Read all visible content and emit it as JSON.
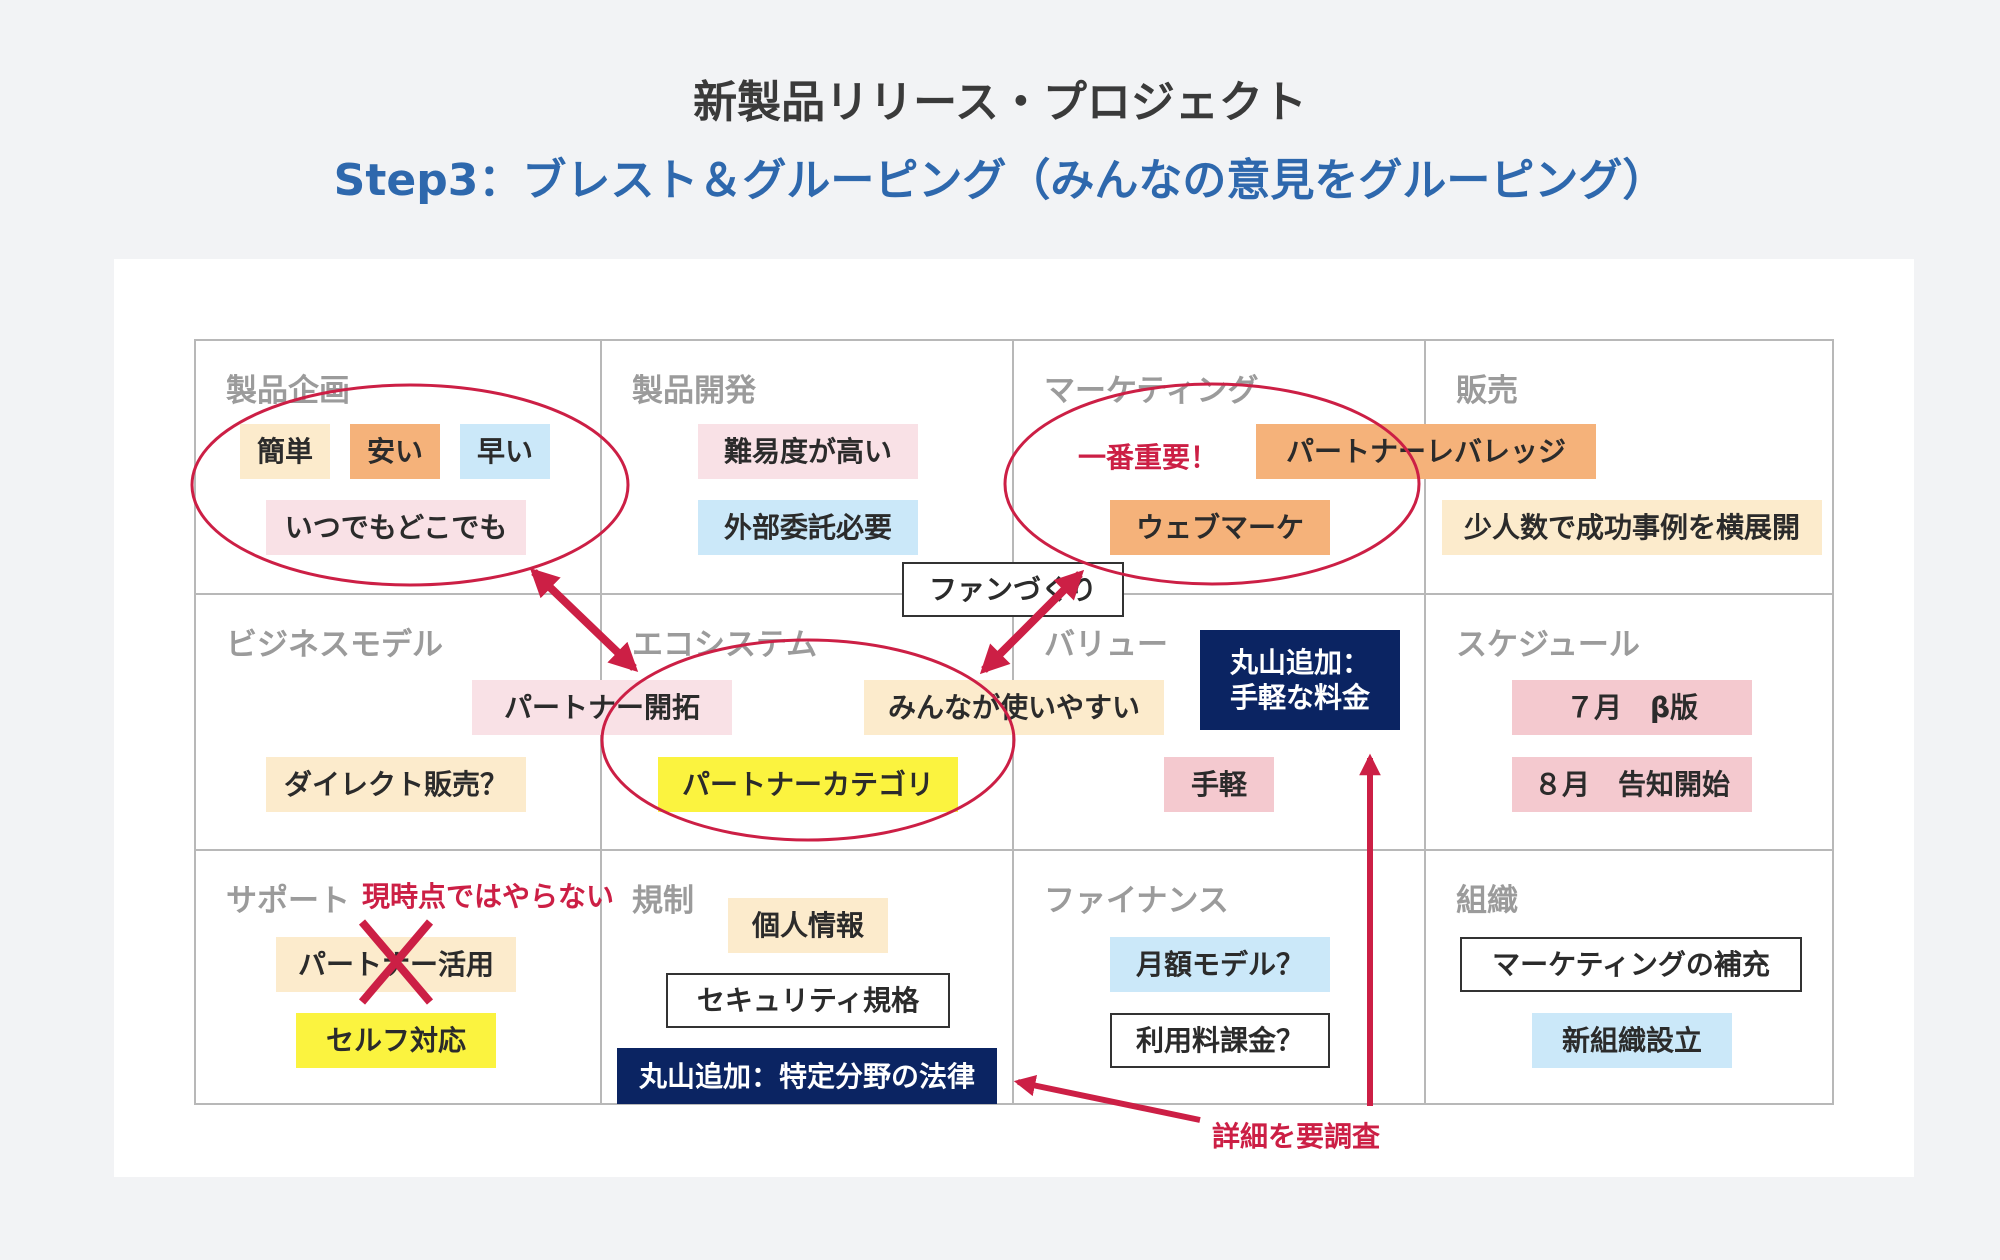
{
  "header": {
    "title": "新製品リリース・プロジェクト",
    "subtitle": "Step3：ブレスト＆グルーピング（みんなの意見をグルーピング）"
  },
  "colors": {
    "accent_red": "#cc1f45",
    "title_blue": "#2e68ad",
    "navy": "#0b2462"
  },
  "cells": {
    "product_planning": {
      "title": "製品企画",
      "notes": [
        "簡単",
        "安い",
        "早い",
        "いつでもどこでも"
      ]
    },
    "product_development": {
      "title": "製品開発",
      "notes": [
        "難易度が高い",
        "外部委託必要"
      ]
    },
    "marketing": {
      "title": "マーケティング",
      "notes": [
        "パートナーレバレッジ",
        "ウェブマーケ"
      ],
      "emphasis": "一番重要！"
    },
    "sales": {
      "title": "販売",
      "notes": [
        "少人数で成功事例を横展開"
      ]
    },
    "business_model": {
      "title": "ビジネスモデル",
      "notes": [
        "ダイレクト販売？"
      ]
    },
    "ecosystem": {
      "title": "エコシステム",
      "notes": [
        "パートナー開拓",
        "パートナーカテゴリ"
      ]
    },
    "value": {
      "title": "バリュー",
      "notes": [
        "みんなが使いやすい",
        "丸山追加：",
        "手軽な料金",
        "手軽"
      ]
    },
    "schedule": {
      "title": "スケジュール",
      "notes": [
        "７月　β版",
        "８月　告知開始"
      ]
    },
    "support": {
      "title": "サポート",
      "notes": [
        "パートナー活用",
        "セルフ対応"
      ],
      "annotation": "現時点ではやらない"
    },
    "regulation": {
      "title": "規制",
      "notes": [
        "個人情報",
        "セキュリティ規格",
        "丸山追加：特定分野の法律"
      ]
    },
    "finance": {
      "title": "ファイナンス",
      "notes": [
        "月額モデル？",
        "利用料課金？"
      ]
    },
    "organization": {
      "title": "組織",
      "notes": [
        "マーケティングの補充",
        "新組織設立"
      ]
    }
  },
  "floating": {
    "fan_building": "ファンづくり",
    "investigate": "詳細を要調査"
  },
  "icons": [
    "double-arrow-icon",
    "arrow-icon",
    "cross-mark-icon",
    "circle-group-icon"
  ]
}
